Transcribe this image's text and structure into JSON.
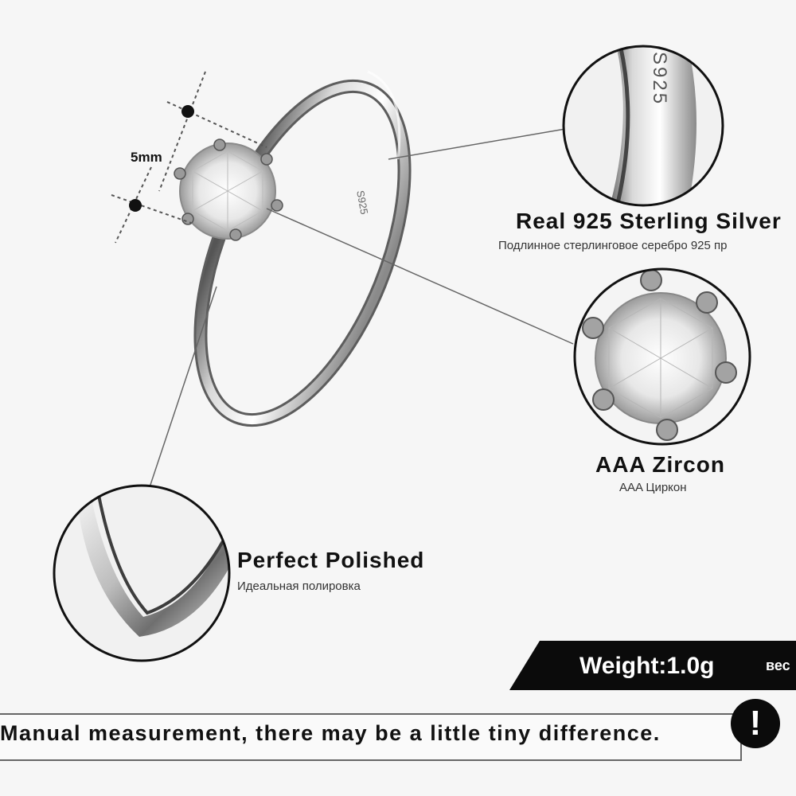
{
  "dimension_label": "5mm",
  "ring_stamp": "S925",
  "detail_stamp": "S925",
  "features": [
    {
      "title": "Real 925  Sterling  Silver",
      "subtitle": "Подлинное стерлинговое серебро 925 пр"
    },
    {
      "title": "AAA  Zircon",
      "subtitle": "AAA Циркон"
    },
    {
      "title": "Perfect  Polished",
      "subtitle": "Идеальная полировка"
    }
  ],
  "weight": {
    "label": "Weight:1.0g",
    "secondary": "вес"
  },
  "notice": {
    "text": "Manual measurement, there may be a little tiny difference.",
    "icon": "!"
  },
  "colors": {
    "background": "#f6f6f6",
    "banner": "#0b0b0b",
    "text": "#111111"
  }
}
